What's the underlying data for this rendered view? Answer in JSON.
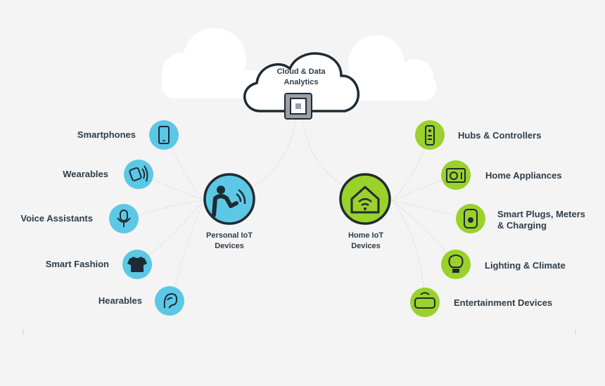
{
  "cloud": {
    "line1": "Cloud & Data",
    "line2": "Analytics"
  },
  "personal_hub": {
    "line1": "Personal IoT",
    "line2": "Devices",
    "color": "#5cc8e6"
  },
  "home_hub": {
    "line1": "Home IoT",
    "line2": "Devices",
    "color": "#9ad12a"
  },
  "personal_devices": [
    {
      "label": "Smartphones",
      "icon": "smartphone-icon"
    },
    {
      "label": "Wearables",
      "icon": "wearable-icon"
    },
    {
      "label": "Voice Assistants",
      "icon": "microphone-icon"
    },
    {
      "label": "Smart Fashion",
      "icon": "tshirt-icon"
    },
    {
      "label": "Hearables",
      "icon": "ear-icon"
    }
  ],
  "home_devices": [
    {
      "label": "Hubs & Controllers",
      "icon": "remote-icon"
    },
    {
      "label": "Home Appliances",
      "icon": "appliance-icon"
    },
    {
      "label": "Smart Plugs, Meters & Charging",
      "icon": "plug-icon"
    },
    {
      "label": "Lighting & Climate",
      "icon": "bulb-icon"
    },
    {
      "label": "Entertainment Devices",
      "icon": "vr-headset-icon"
    }
  ],
  "colors": {
    "blue": "#5cc8e6",
    "green": "#9ad12a",
    "dark": "#1f2b33",
    "text": "#2f3d4a"
  }
}
